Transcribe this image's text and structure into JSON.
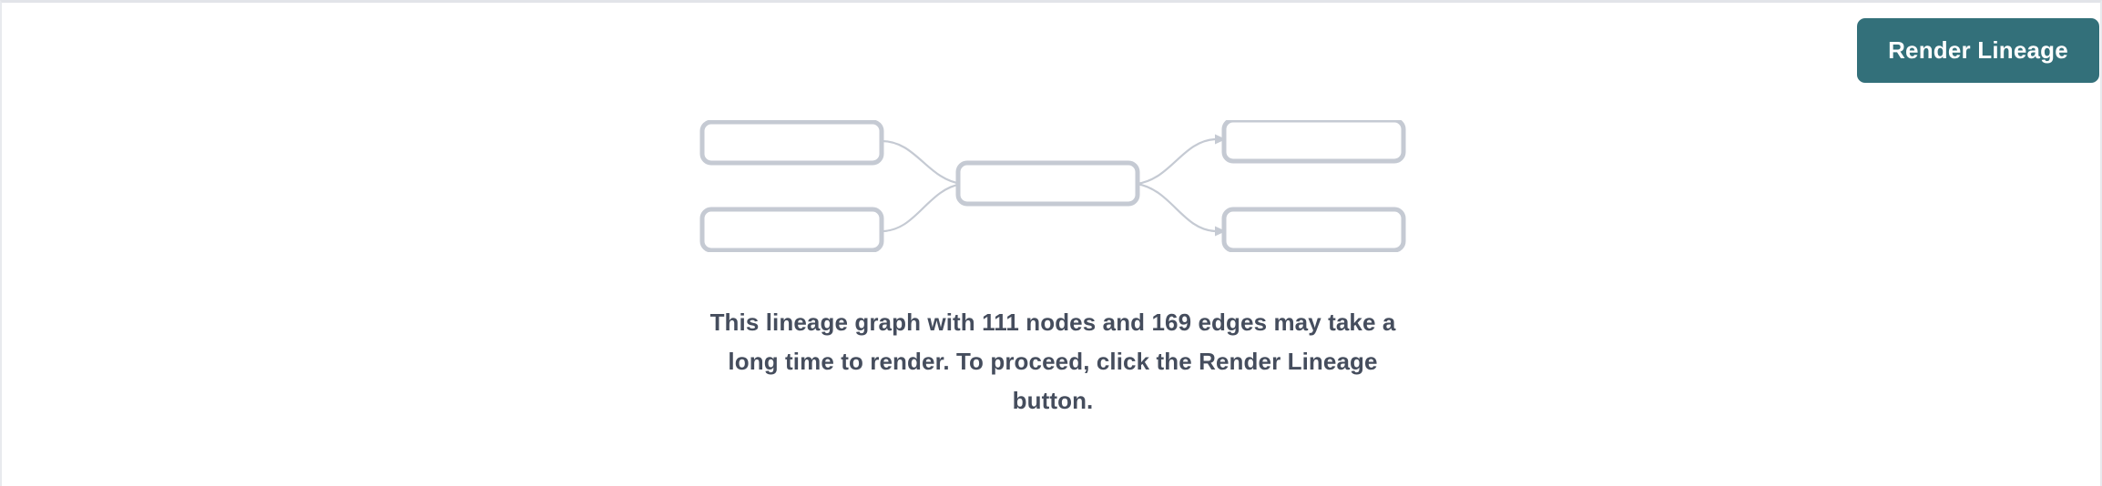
{
  "theme": {
    "background": "#ffffff",
    "accent": "#33707a",
    "accent_text": "#ffffff",
    "message_text": "#454d5d",
    "node_stroke": "#c5cad3",
    "edge_stroke": "#c5cad3",
    "top_border": "#e2e4e9"
  },
  "toolbar": {
    "render_lineage_label": "Render Lineage"
  },
  "empty_state": {
    "illustration_name": "lineage-graph-placeholder",
    "message": "This lineage graph with 111 nodes and 169 edges may take a long time to render. To proceed, click the Render Lineage button.",
    "node_count": 111,
    "edge_count": 169,
    "placeholder_nodes": [
      {
        "id": "source-top",
        "label": ""
      },
      {
        "id": "source-bottom",
        "label": ""
      },
      {
        "id": "center",
        "label": ""
      },
      {
        "id": "target-top",
        "label": ""
      },
      {
        "id": "target-bottom",
        "label": ""
      }
    ],
    "placeholder_edges": [
      {
        "from": "source-top",
        "to": "center"
      },
      {
        "from": "source-bottom",
        "to": "center"
      },
      {
        "from": "center",
        "to": "target-top"
      },
      {
        "from": "center",
        "to": "target-bottom"
      }
    ]
  }
}
